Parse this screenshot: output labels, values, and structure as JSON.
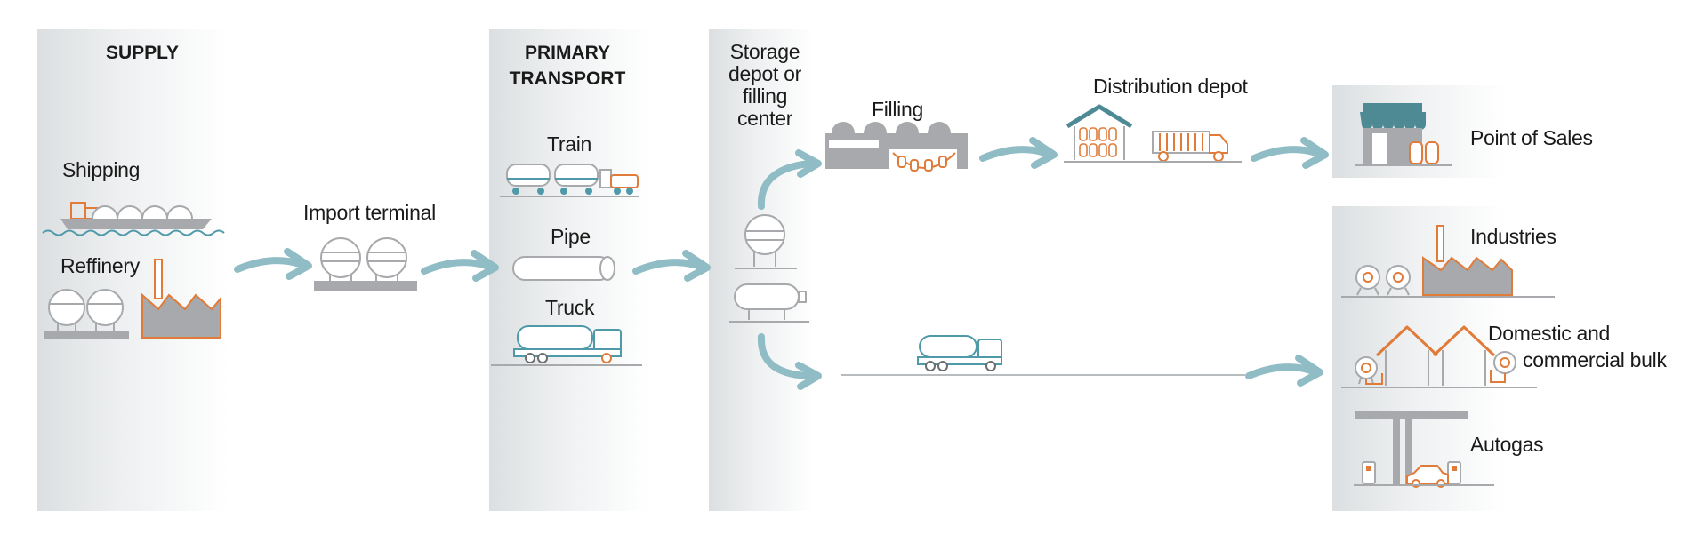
{
  "columns": {
    "supply": {
      "title": "SUPPLY"
    },
    "primary_transport": {
      "title_line1": "PRIMARY",
      "title_line2": "TRANSPORT"
    },
    "storage": {
      "line1": "Storage",
      "line2": "depot or",
      "line3": "filling",
      "line4": "center"
    }
  },
  "labels": {
    "shipping": "Shipping",
    "refinery": "Reffinery",
    "import_terminal": "Import terminal",
    "train": "Train",
    "pipe": "Pipe",
    "truck": "Truck",
    "filling": "Filling",
    "distribution_depot": "Distribution depot",
    "point_of_sales": "Point of Sales",
    "industries": "Industries",
    "domestic_line1": "Domestic and",
    "domestic_line2": "commercial bulk",
    "autogas": "Autogas"
  },
  "colors": {
    "panel": "#dcdfe1",
    "icon_grey": "#a7a9ac",
    "icon_dark": "#6d6e71",
    "accent_orange": "#e07b39",
    "arrow_teal": "#8fbcc5",
    "wave_teal": "#4f9aa8",
    "roof_teal": "#4d8a94"
  }
}
